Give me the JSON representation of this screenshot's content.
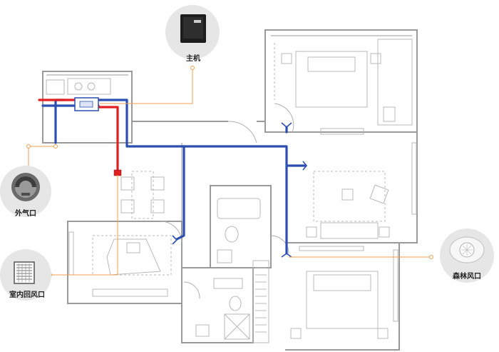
{
  "callouts": {
    "host": "主机",
    "outdoor_air_vent": "外气口",
    "indoor_return_vent": "室内回风口",
    "forest_vent": "森林风口"
  },
  "colors": {
    "wall": "#9a9a9a",
    "furniture": "#b8b8b8",
    "duct_blue": "#2a4fb0",
    "duct_red": "#e02020",
    "leader_orange": "#f0a050",
    "circle_bg": "#e6e6e6"
  },
  "icons": [
    "host-unit-icon",
    "outdoor-vent-icon",
    "return-grille-icon",
    "diffuser-icon"
  ]
}
